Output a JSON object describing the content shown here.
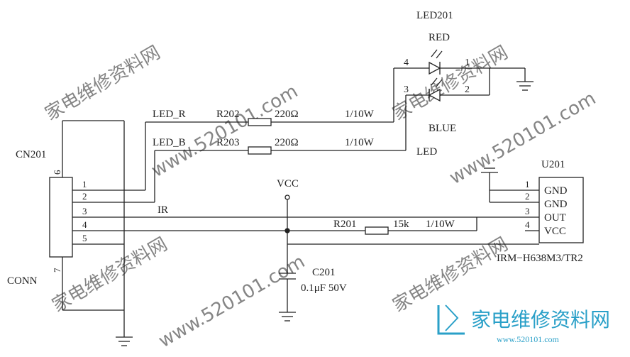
{
  "connector": {
    "ref": "CN201",
    "type": "CONN",
    "pin_top": "6",
    "pin_bottom": "7",
    "pins": [
      "1",
      "2",
      "3",
      "4",
      "5"
    ]
  },
  "led": {
    "ref": "LED201",
    "color_top": "RED",
    "color_bottom": "BLUE",
    "caption": "LED",
    "pins": [
      "4",
      "3",
      "1",
      "2"
    ]
  },
  "resistors": {
    "r202": {
      "ref": "R202",
      "value": "220Ω",
      "power": "1/10W"
    },
    "r203": {
      "ref": "R203",
      "value": "220Ω",
      "power": "1/10W"
    },
    "r201": {
      "ref": "R201",
      "value": "15k",
      "power": "1/10W"
    }
  },
  "nets": {
    "led_r": "LED_R",
    "led_b": "LED_B",
    "ir": "IR",
    "vcc": "VCC"
  },
  "capacitor": {
    "ref": "C201",
    "value": "0.1μF 50V"
  },
  "receiver": {
    "ref": "U201",
    "part": "IRM−H638M3/TR2",
    "pins": [
      {
        "num": "1",
        "name": "GND"
      },
      {
        "num": "2",
        "name": "GND"
      },
      {
        "num": "3",
        "name": "OUT"
      },
      {
        "num": "4",
        "name": "VCC"
      }
    ]
  },
  "watermark": {
    "site": "www.520101.com",
    "brand_cn": "家电维修资料网",
    "brand_url": "www.520101.com",
    "brand_color": "#2aa0c8"
  }
}
